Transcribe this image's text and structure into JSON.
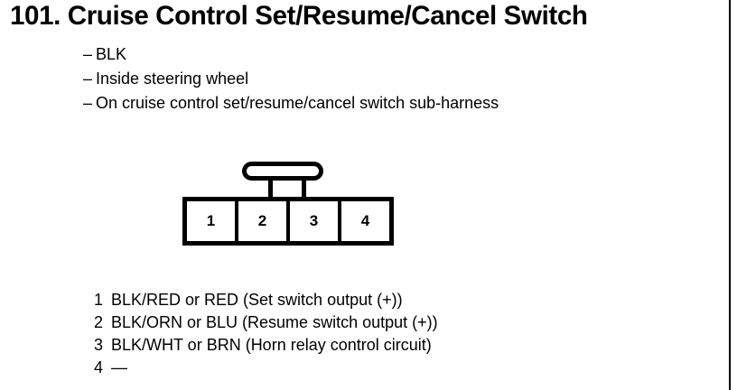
{
  "document": {
    "heading_number": "101.",
    "heading_title": "Cruise Control Set/Resume/Cancel Switch",
    "heading_full": "101. Cruise Control Set/Resume/Cancel Switch"
  },
  "descriptors": [
    {
      "dash": "–",
      "text": "BLK"
    },
    {
      "dash": "–",
      "text": "Inside steering wheel"
    },
    {
      "dash": "–",
      "text": "On cruise control set/resume/cancel switch sub-harness"
    }
  ],
  "connector": {
    "cavity_count": 4,
    "cavities": [
      {
        "number": "1"
      },
      {
        "number": "2"
      },
      {
        "number": "3"
      },
      {
        "number": "4"
      }
    ]
  },
  "pins": [
    {
      "number": "1",
      "description": "BLK/RED or RED (Set switch output (+))"
    },
    {
      "number": "2",
      "description": "BLK/ORN or BLU (Resume switch output (+))"
    },
    {
      "number": "3",
      "description": "BLK/WHT or BRN (Horn relay control circuit)"
    },
    {
      "number": "4",
      "description": "—"
    }
  ],
  "colors": {
    "ink": "#000000",
    "paper": "#ffffff"
  }
}
